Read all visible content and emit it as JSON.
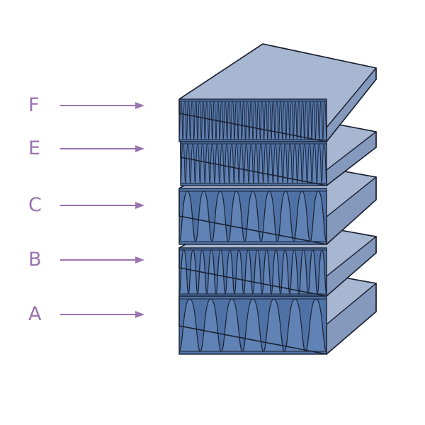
{
  "colors": {
    "label": "#9b73b0",
    "arrow": "#9b73b0",
    "board_top": "#a8b7d1",
    "board_side": "#8599bd",
    "board_front": "#4f72a6",
    "flute_light": "#6f8fbf",
    "outline": "#1b2233",
    "background": "#ffffff"
  },
  "boards": [
    {
      "id": "F",
      "label": "F",
      "flute_count": 40
    },
    {
      "id": "E",
      "label": "E",
      "flute_count": 30
    },
    {
      "id": "C",
      "label": "C",
      "flute_count": 9
    },
    {
      "id": "B",
      "label": "B",
      "flute_count": 16
    },
    {
      "id": "A",
      "label": "A",
      "flute_count": 7
    }
  ]
}
